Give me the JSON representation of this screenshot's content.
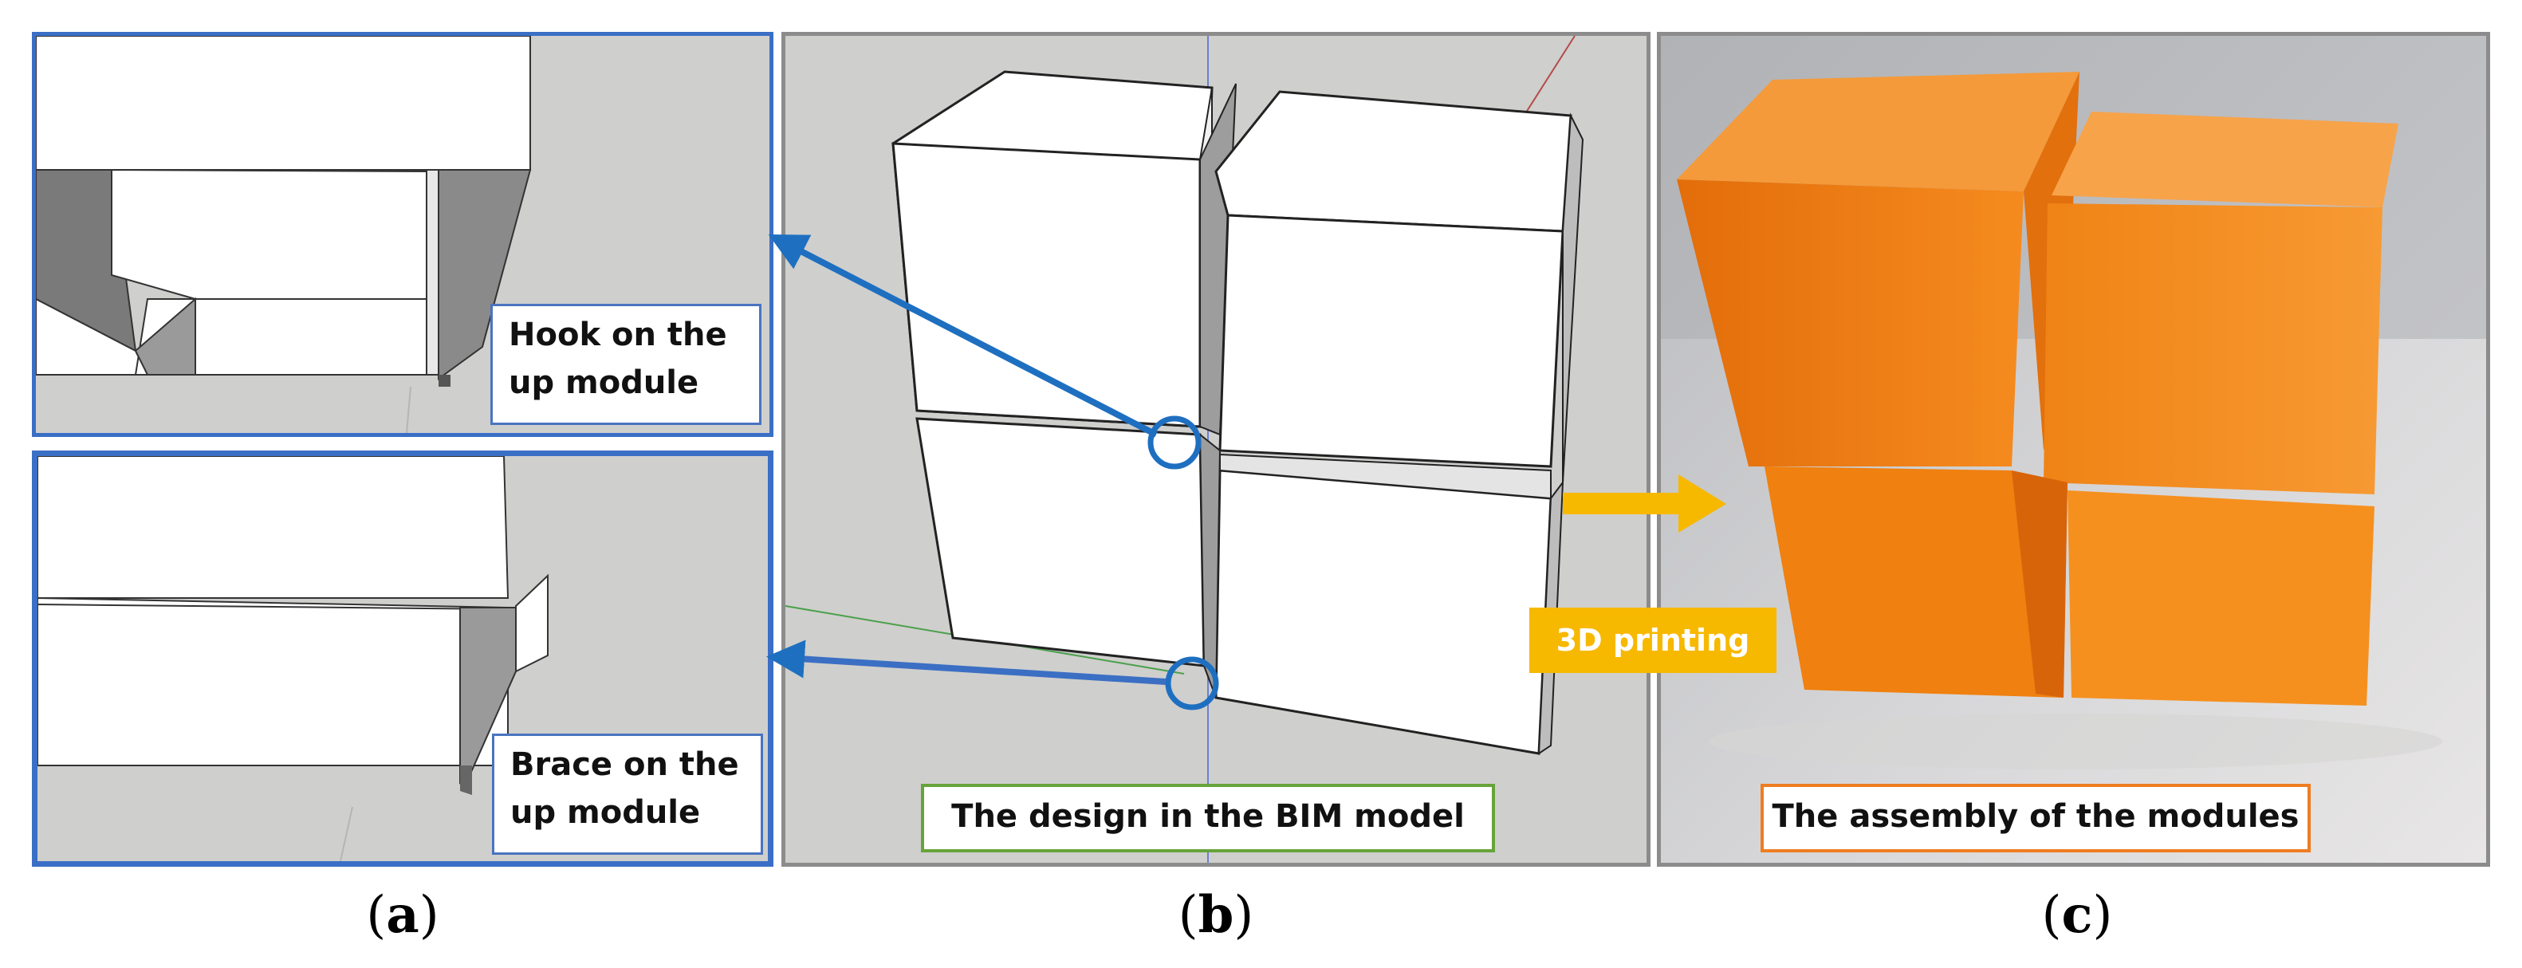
{
  "figure": {
    "panel_a": {
      "label_letter": "a",
      "top_callout": [
        "Hook on the",
        "up module"
      ],
      "bottom_callout": [
        "Brace on the",
        "up module"
      ]
    },
    "panel_b": {
      "label_letter": "b",
      "caption": "The design in the BIM model"
    },
    "panel_c": {
      "label_letter": "c",
      "caption": "The assembly of the modules",
      "arrow_tag": "3D printing"
    },
    "colors": {
      "panel_a_border": "#3a6fc6",
      "panel_b_border": "#8c8c8c",
      "panel_c_border": "#8c8c8c",
      "model_background": "#cfcfcd",
      "callout_a_border": "#4a74c0",
      "callout_b_border": "#67a33a",
      "callout_c_border": "#ee7d22",
      "leader_arrow": "#1e6fc0",
      "print_arrow": "#f7b800",
      "module_orange": "#f07d12"
    }
  }
}
